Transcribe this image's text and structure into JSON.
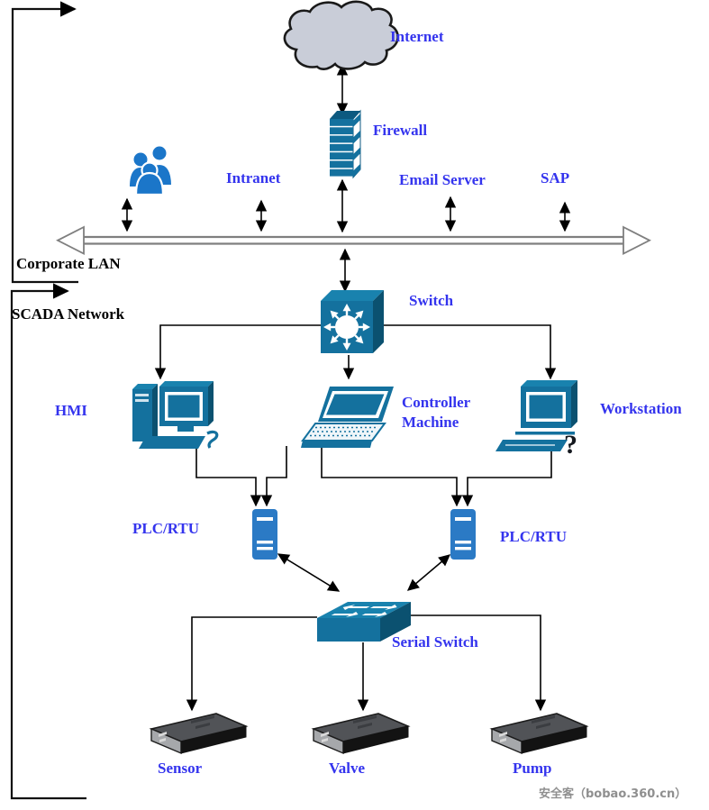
{
  "labels": {
    "internet": "Internet",
    "firewall": "Firewall",
    "intranet": "Intranet",
    "email_server": "Email Server",
    "sap": "SAP",
    "corporate_lan": "Corporate LAN",
    "scada_network": "SCADA Network",
    "switch": "Switch",
    "hmi": "HMI",
    "controller_machine": "Controller Machine",
    "workstation": "Workstation",
    "plc_left": "PLC/RTU",
    "plc_right": "PLC/RTU",
    "serial_switch": "Serial Switch",
    "sensor": "Sensor",
    "valve": "Valve",
    "pump": "Pump"
  },
  "icons": {
    "workstation_mouse_glyph": "?"
  },
  "watermark": "安全客（bobao.360.cn）",
  "colors": {
    "label_blue": "#3434ee",
    "section_black": "#000000",
    "device_teal": "#14719e",
    "device_teal_dark": "#0b5170",
    "device_teal_top": "#1982ae",
    "plc_blue": "#2b7ac5",
    "people_blue": "#1b76c9",
    "cloud_fill": "#c9cdd8",
    "lan_gray": "#7f7f7f",
    "watermark_gray": "#8f8f8f"
  }
}
